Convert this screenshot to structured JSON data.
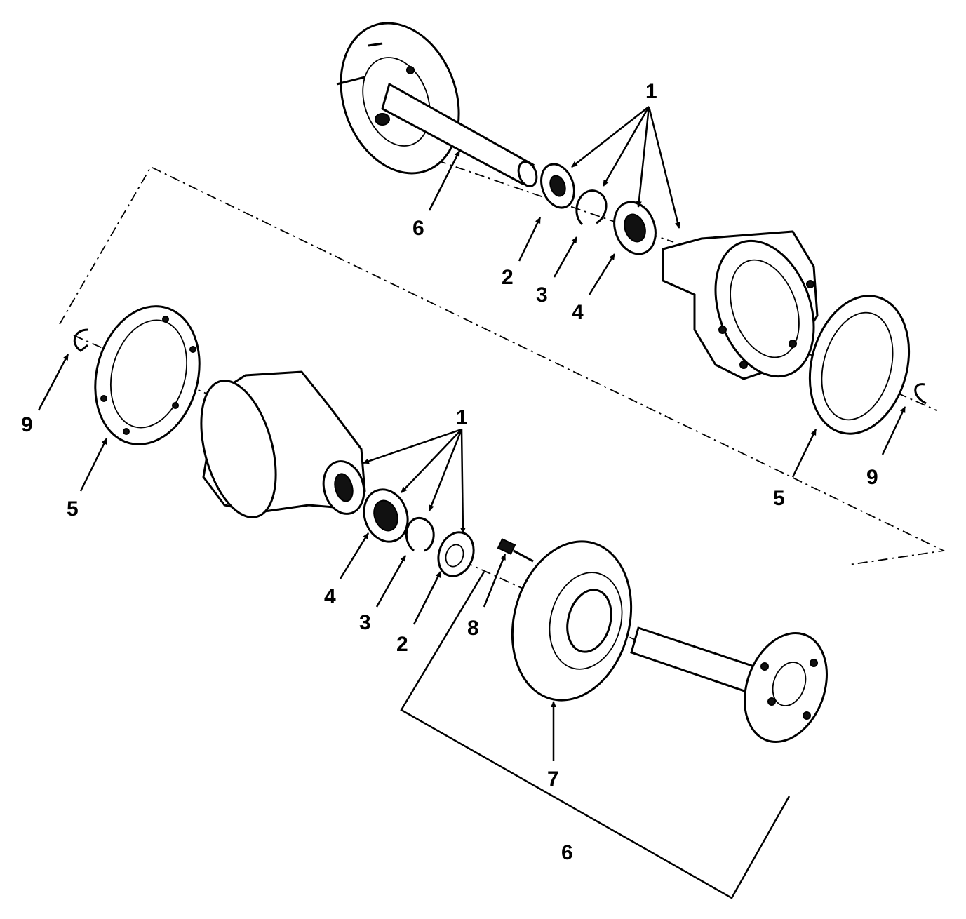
{
  "labels": {
    "upper": {
      "ref1": "1",
      "ref2": "2",
      "ref3": "3",
      "ref4": "4",
      "ref6": "6"
    },
    "left": {
      "ref5": "5",
      "ref9": "9"
    },
    "right": {
      "ref5": "5",
      "ref9": "9"
    },
    "lower": {
      "ref1": "1",
      "ref2": "2",
      "ref3": "3",
      "ref4": "4",
      "ref6": "6",
      "ref7": "7",
      "ref8": "8"
    }
  }
}
